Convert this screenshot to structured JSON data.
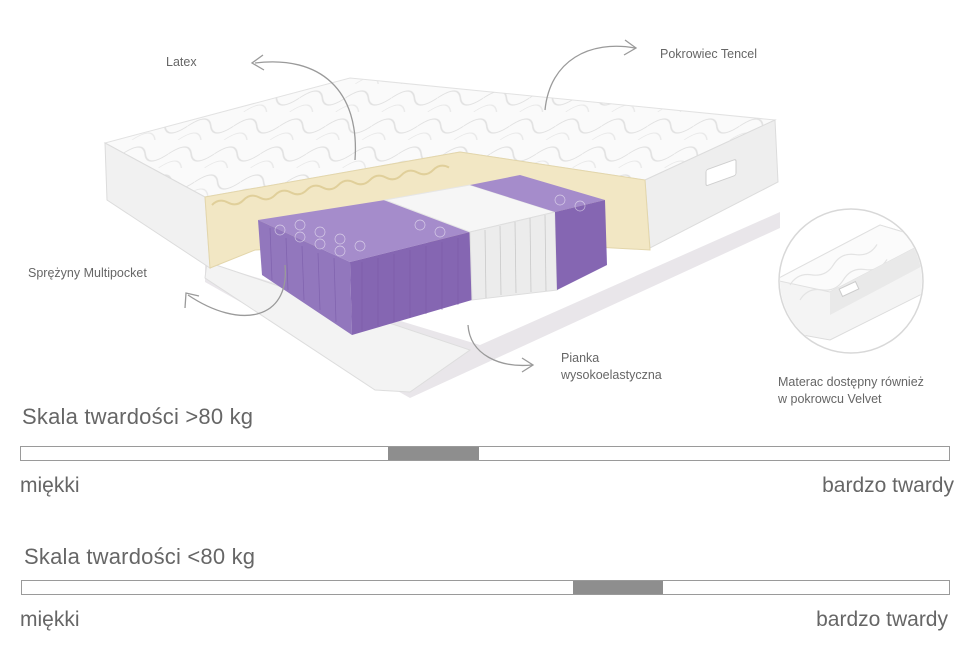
{
  "callouts": {
    "latex": "Latex",
    "cover": "Pokrowiec Tencel",
    "springs": "Sprężyny Multipocket",
    "foam_line1": "Pianka",
    "foam_line2": "wysokoelastyczna",
    "velvet_line1": "Materac dostępny również",
    "velvet_line2": "w pokrowcu Velvet"
  },
  "scales": [
    {
      "title": "Skala twardości >80 kg",
      "min_label": "miękki",
      "max_label": "bardzo twardy",
      "marker_from": 0.396,
      "marker_to": 0.494
    },
    {
      "title": "Skala twardości <80 kg",
      "min_label": "miękki",
      "max_label": "bardzo twardy",
      "marker_from": 0.594,
      "marker_to": 0.691
    }
  ],
  "colors": {
    "purple_spring": "#9a7fc0",
    "white_spring": "#f4f4f4",
    "latex": "#f2e7c4",
    "fabric": "#f6f6f6",
    "marker": "#8e8e8e"
  }
}
